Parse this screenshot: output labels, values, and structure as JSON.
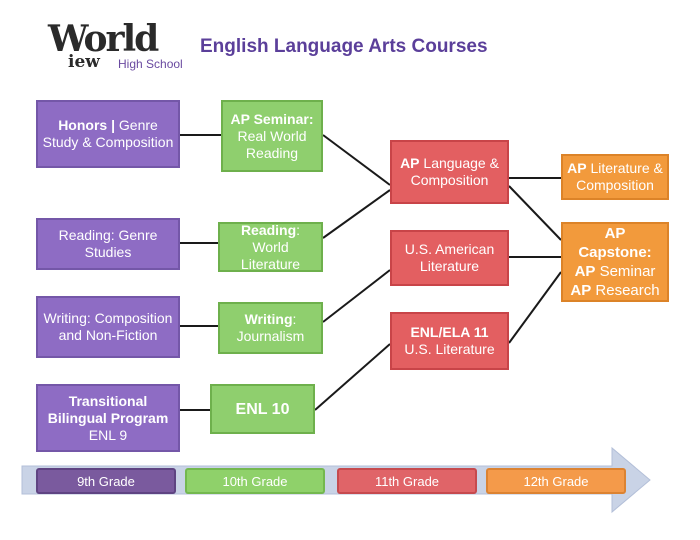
{
  "logo": {
    "world": "World",
    "view": "iew",
    "school": "High School"
  },
  "title": "English Language Arts Courses",
  "boxes": {
    "honors": {
      "bold": "Honors |",
      "rest": " Genre Study & Composition"
    },
    "reading_genre": {
      "text": "Reading: Genre Studies"
    },
    "writing_comp": {
      "text": "Writing: Composition and Non-Fiction"
    },
    "transitional": {
      "bold": "Transitional Bilingual Program",
      "rest": "ENL 9"
    },
    "ap_seminar_rw": {
      "bold": "AP Seminar:",
      "rest": "Real World Reading"
    },
    "reading_world": {
      "bold": "Reading",
      "rest": ": World Literature"
    },
    "writing_journ": {
      "bold": "Writing",
      "rest": ": Journalism"
    },
    "enl10": {
      "bold": "ENL 10"
    },
    "ap_lang": {
      "bold": "AP",
      "rest": " Language & Composition"
    },
    "us_american": {
      "text": "U.S. American Literature"
    },
    "enl_ela11": {
      "bold": "ENL/ELA 11",
      "rest": "U.S. Literature"
    },
    "ap_lit": {
      "bold": "AP",
      "rest": " Literature & Composition"
    },
    "ap_capstone": {
      "bold": "AP Capstone:",
      "seminar_bold": "AP",
      "seminar": " Seminar",
      "research_bold": "AP",
      "research": " Research"
    }
  },
  "grades": [
    "9th Grade",
    "10th Grade",
    "11th Grade",
    "12th Grade"
  ],
  "colors": {
    "purple": "#8e6cc4",
    "green": "#8fcf6e",
    "red": "#e35f61",
    "orange": "#f29a3c",
    "grade9": "#7a5a9e",
    "grade10": "#8fd16a",
    "grade11": "#e06468",
    "grade12": "#f49a4a",
    "arrow": "#c9d3e6"
  }
}
